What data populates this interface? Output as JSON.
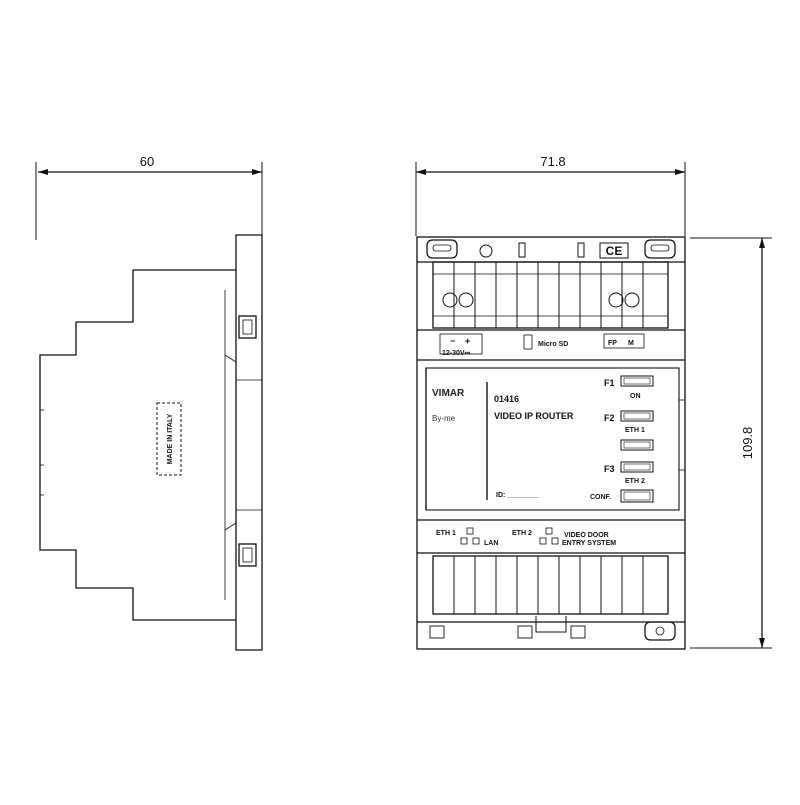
{
  "dimensions": {
    "side_depth": "60",
    "front_width": "71.8",
    "front_height": "109.8"
  },
  "side_view": {
    "made_in_label": "MADE IN ITALY"
  },
  "front_view": {
    "ce_mark": "CE",
    "power_labels": {
      "minus": "−",
      "plus": "+",
      "voltage": "12-30V⎓"
    },
    "micro_sd_label": "Micro SD",
    "fp_label": "FP",
    "m_label": "M",
    "brand": "VIMAR",
    "brand_sub": "By-me",
    "product_code": "01416",
    "product_name": "VIDEO IP ROUTER",
    "id_label": "ID: ________",
    "indicators": {
      "f1": "F1",
      "on": "ON",
      "f2": "F2",
      "eth1": "ETH 1",
      "f3": "F3",
      "eth2": "ETH 2",
      "conf": "CONF."
    },
    "bottom_labels": {
      "eth1": "ETH 1",
      "lan": "LAN",
      "eth2": "ETH 2",
      "video_door_1": "VIDEO DOOR",
      "video_door_2": "ENTRY SYSTEM"
    }
  }
}
